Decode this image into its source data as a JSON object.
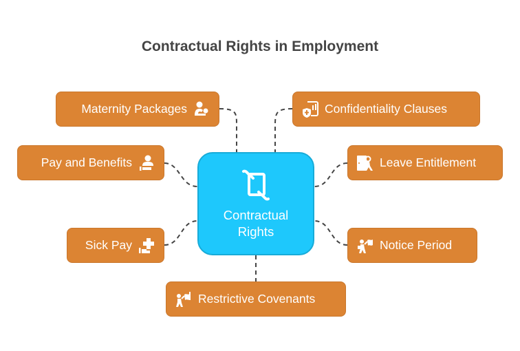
{
  "title": "Contractual Rights in Employment",
  "colors": {
    "node_fill": "#DC8433",
    "center_fill": "#1EC8FC",
    "title": "#444444",
    "connector": "#444444"
  },
  "center": {
    "label_line1": "Contractual",
    "label_line2": "Rights",
    "icon": "contract-handshake-icon"
  },
  "nodes": {
    "maternity": {
      "label": "Maternity Packages",
      "icon": "mother-baby-icon"
    },
    "pay": {
      "label": "Pay and Benefits",
      "icon": "person-hand-icon"
    },
    "sick": {
      "label": "Sick Pay",
      "icon": "medical-cross-hand-icon"
    },
    "restrictive": {
      "label": "Restrictive Covenants",
      "icon": "person-flag-icon"
    },
    "confidentiality": {
      "label": "Confidentiality Clauses",
      "icon": "shield-document-icon"
    },
    "leave": {
      "label": "Leave Entitlement",
      "icon": "person-exit-door-icon"
    },
    "notice": {
      "label": "Notice Period",
      "icon": "person-flag-icon"
    }
  }
}
